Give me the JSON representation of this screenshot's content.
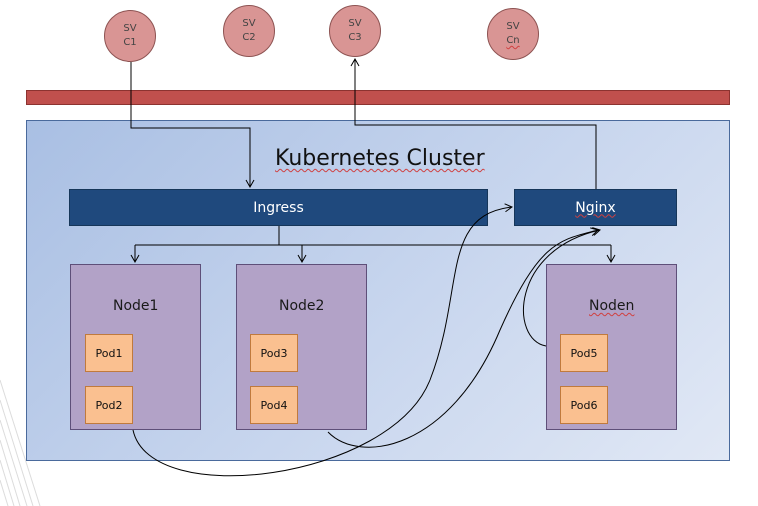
{
  "services": [
    {
      "line1": "SV",
      "line2": "C1"
    },
    {
      "line1": "SV",
      "line2": "C2"
    },
    {
      "line1": "SV",
      "line2": "C3"
    },
    {
      "line1": "SV",
      "line2": "Cn"
    }
  ],
  "cluster": {
    "title": "Kubernetes Cluster"
  },
  "ingress": {
    "label": "Ingress"
  },
  "nginx": {
    "label": "Nginx"
  },
  "nodes": [
    {
      "label": "Node1",
      "pods": [
        "Pod1",
        "Pod2"
      ]
    },
    {
      "label": "Node2",
      "pods": [
        "Pod3",
        "Pod4"
      ]
    },
    {
      "label": "Noden",
      "pods": [
        "Pod5",
        "Pod6"
      ]
    }
  ],
  "colors": {
    "service_fill": "#d99594",
    "top_bar": "#c0504d",
    "cluster_fill": "#c8d6ee",
    "bar_fill": "#1f497d",
    "node_fill": "#b2a2c7",
    "pod_fill": "#fac090"
  }
}
